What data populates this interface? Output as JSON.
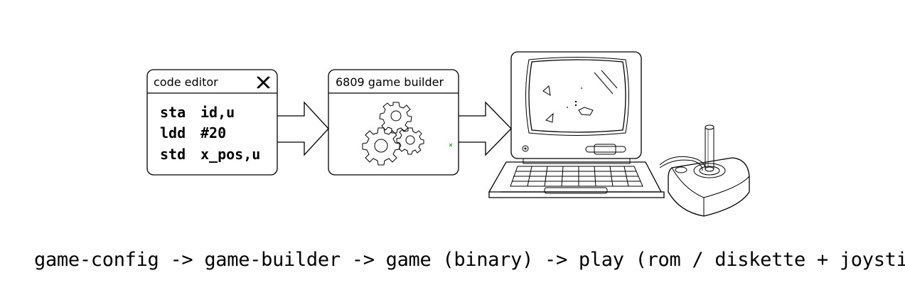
{
  "code_editor": {
    "title": "code editor",
    "close_icon": "close-x-icon",
    "lines": [
      {
        "op": "sta",
        "arg": "id,u"
      },
      {
        "op": "ldd",
        "arg": "#20"
      },
      {
        "op": "std",
        "arg": "x_pos,u"
      }
    ]
  },
  "game_builder": {
    "title": "6809 game builder",
    "icon": "gears-icon"
  },
  "computer": {
    "icon": "retro-computer-icon"
  },
  "joystick": {
    "icon": "joystick-icon"
  },
  "caption": "game-config -> game-builder -> game (binary) -> play (rom / diskette + joystick)"
}
